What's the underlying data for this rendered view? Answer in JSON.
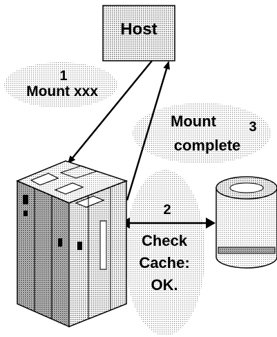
{
  "host": {
    "label": "Host"
  },
  "steps": [
    {
      "number": "1",
      "text": "Mount xxx"
    },
    {
      "number": "2",
      "lines": [
        "Check",
        "Cache:",
        "OK."
      ]
    },
    {
      "number": "3",
      "lines": [
        "Mount",
        "complete"
      ]
    }
  ]
}
